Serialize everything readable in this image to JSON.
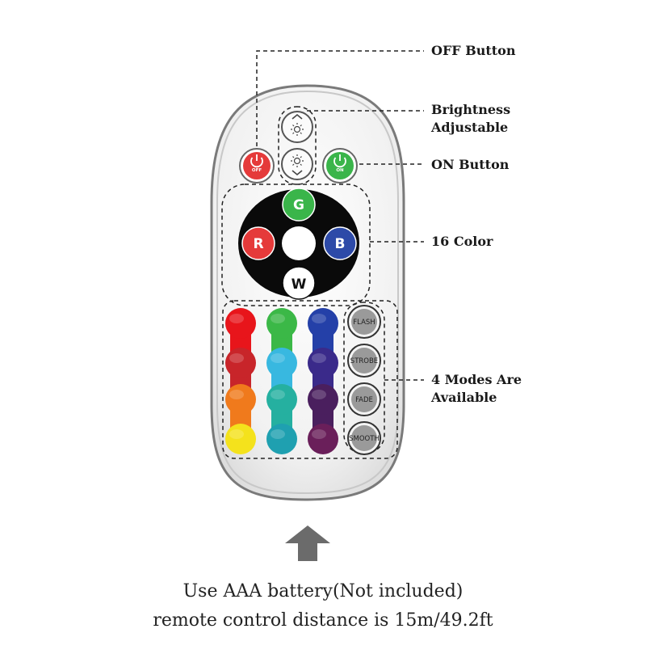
{
  "callouts": {
    "off": "OFF Button",
    "brightness": [
      "Brightness",
      "Adjustable"
    ],
    "on": "ON Button",
    "color": "16 Color",
    "modes": [
      "4 Modes Are",
      "Available"
    ]
  },
  "remote": {
    "off_label": "OFF",
    "on_label": "ON",
    "g_label": "G",
    "r_label": "R",
    "b_label": "B",
    "w_label": "W",
    "modes": [
      "FLASH",
      "STROBE",
      "FADE",
      "SMOOTH"
    ],
    "color_grid": [
      [
        "#e8151b",
        "#3bb847",
        "#2440a8"
      ],
      [
        "#c8252a",
        "#38b8e0",
        "#3a2a8a"
      ],
      [
        "#f07a1c",
        "#25b0a0",
        "#4a1f5e"
      ],
      [
        "#f4e21c",
        "#1fa0b0",
        "#6a1f5a"
      ]
    ]
  },
  "caption": {
    "line1": "Use AAA battery(Not included)",
    "line2": "remote control distance is 15m/49.2ft"
  },
  "colors": {
    "red": "#e53a3a",
    "green": "#3ab54a",
    "blue": "#2d4aa8",
    "arrow": "#6b6b6b",
    "body": "#f3f3f3"
  },
  "icons": [
    "power-icon",
    "brightness-up-icon",
    "brightness-down-icon",
    "up-arrow-icon"
  ]
}
